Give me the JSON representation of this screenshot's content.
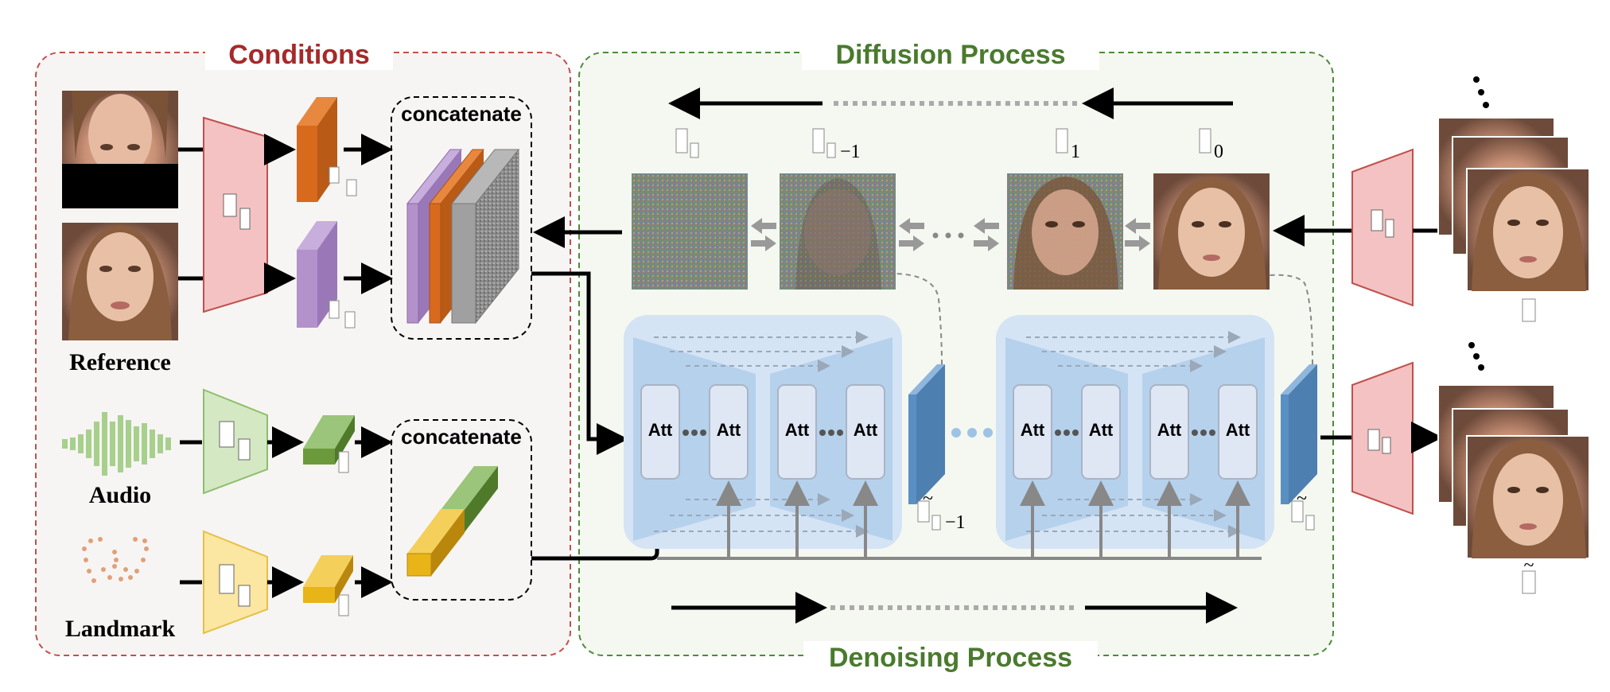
{
  "sections": {
    "conditions": "Conditions",
    "diffusion": "Diffusion Process",
    "denoising": "Denoising Process"
  },
  "labels": {
    "reference": "Reference",
    "audio": "Audio",
    "landmark": "Landmark",
    "concatenate_top": "concatenate",
    "concatenate_bottom": "concatenate",
    "att": "Att"
  },
  "symbols": {
    "z_t": "z_t",
    "z_t_minus_1": "z_t−1",
    "z_1": "z_1",
    "z_0": "z_0",
    "z_tilde_t_minus_1": "z̃_t−1",
    "z_tilde_t": "z̃_t",
    "x": "x",
    "x_tilde": "x̃"
  },
  "colors": {
    "conditions_border": "#c0504d",
    "conditions_title": "#a52a2a",
    "diffusion_border": "#4e8a3a",
    "diffusion_title": "#4a7a2e",
    "encoder_pink": "#f4c2c2",
    "encoder_green": "#d4e8c4",
    "encoder_yellow": "#fbe6a2",
    "orange_feature": "#d86a1e",
    "purple_feature": "#b392cc",
    "green_feature": "#6b9a3c",
    "yellow_feature": "#e8b417",
    "unet_bg": "#cfe0f3",
    "unet_inner": "#b6d1ec",
    "att_block": "#dfe7f5",
    "latent_blue": "#5a8fc3"
  },
  "icons": [
    "face-image-masked",
    "face-image-reference",
    "audio-waveform-icon",
    "landmark-icon",
    "noise-image",
    "face-image-output"
  ]
}
